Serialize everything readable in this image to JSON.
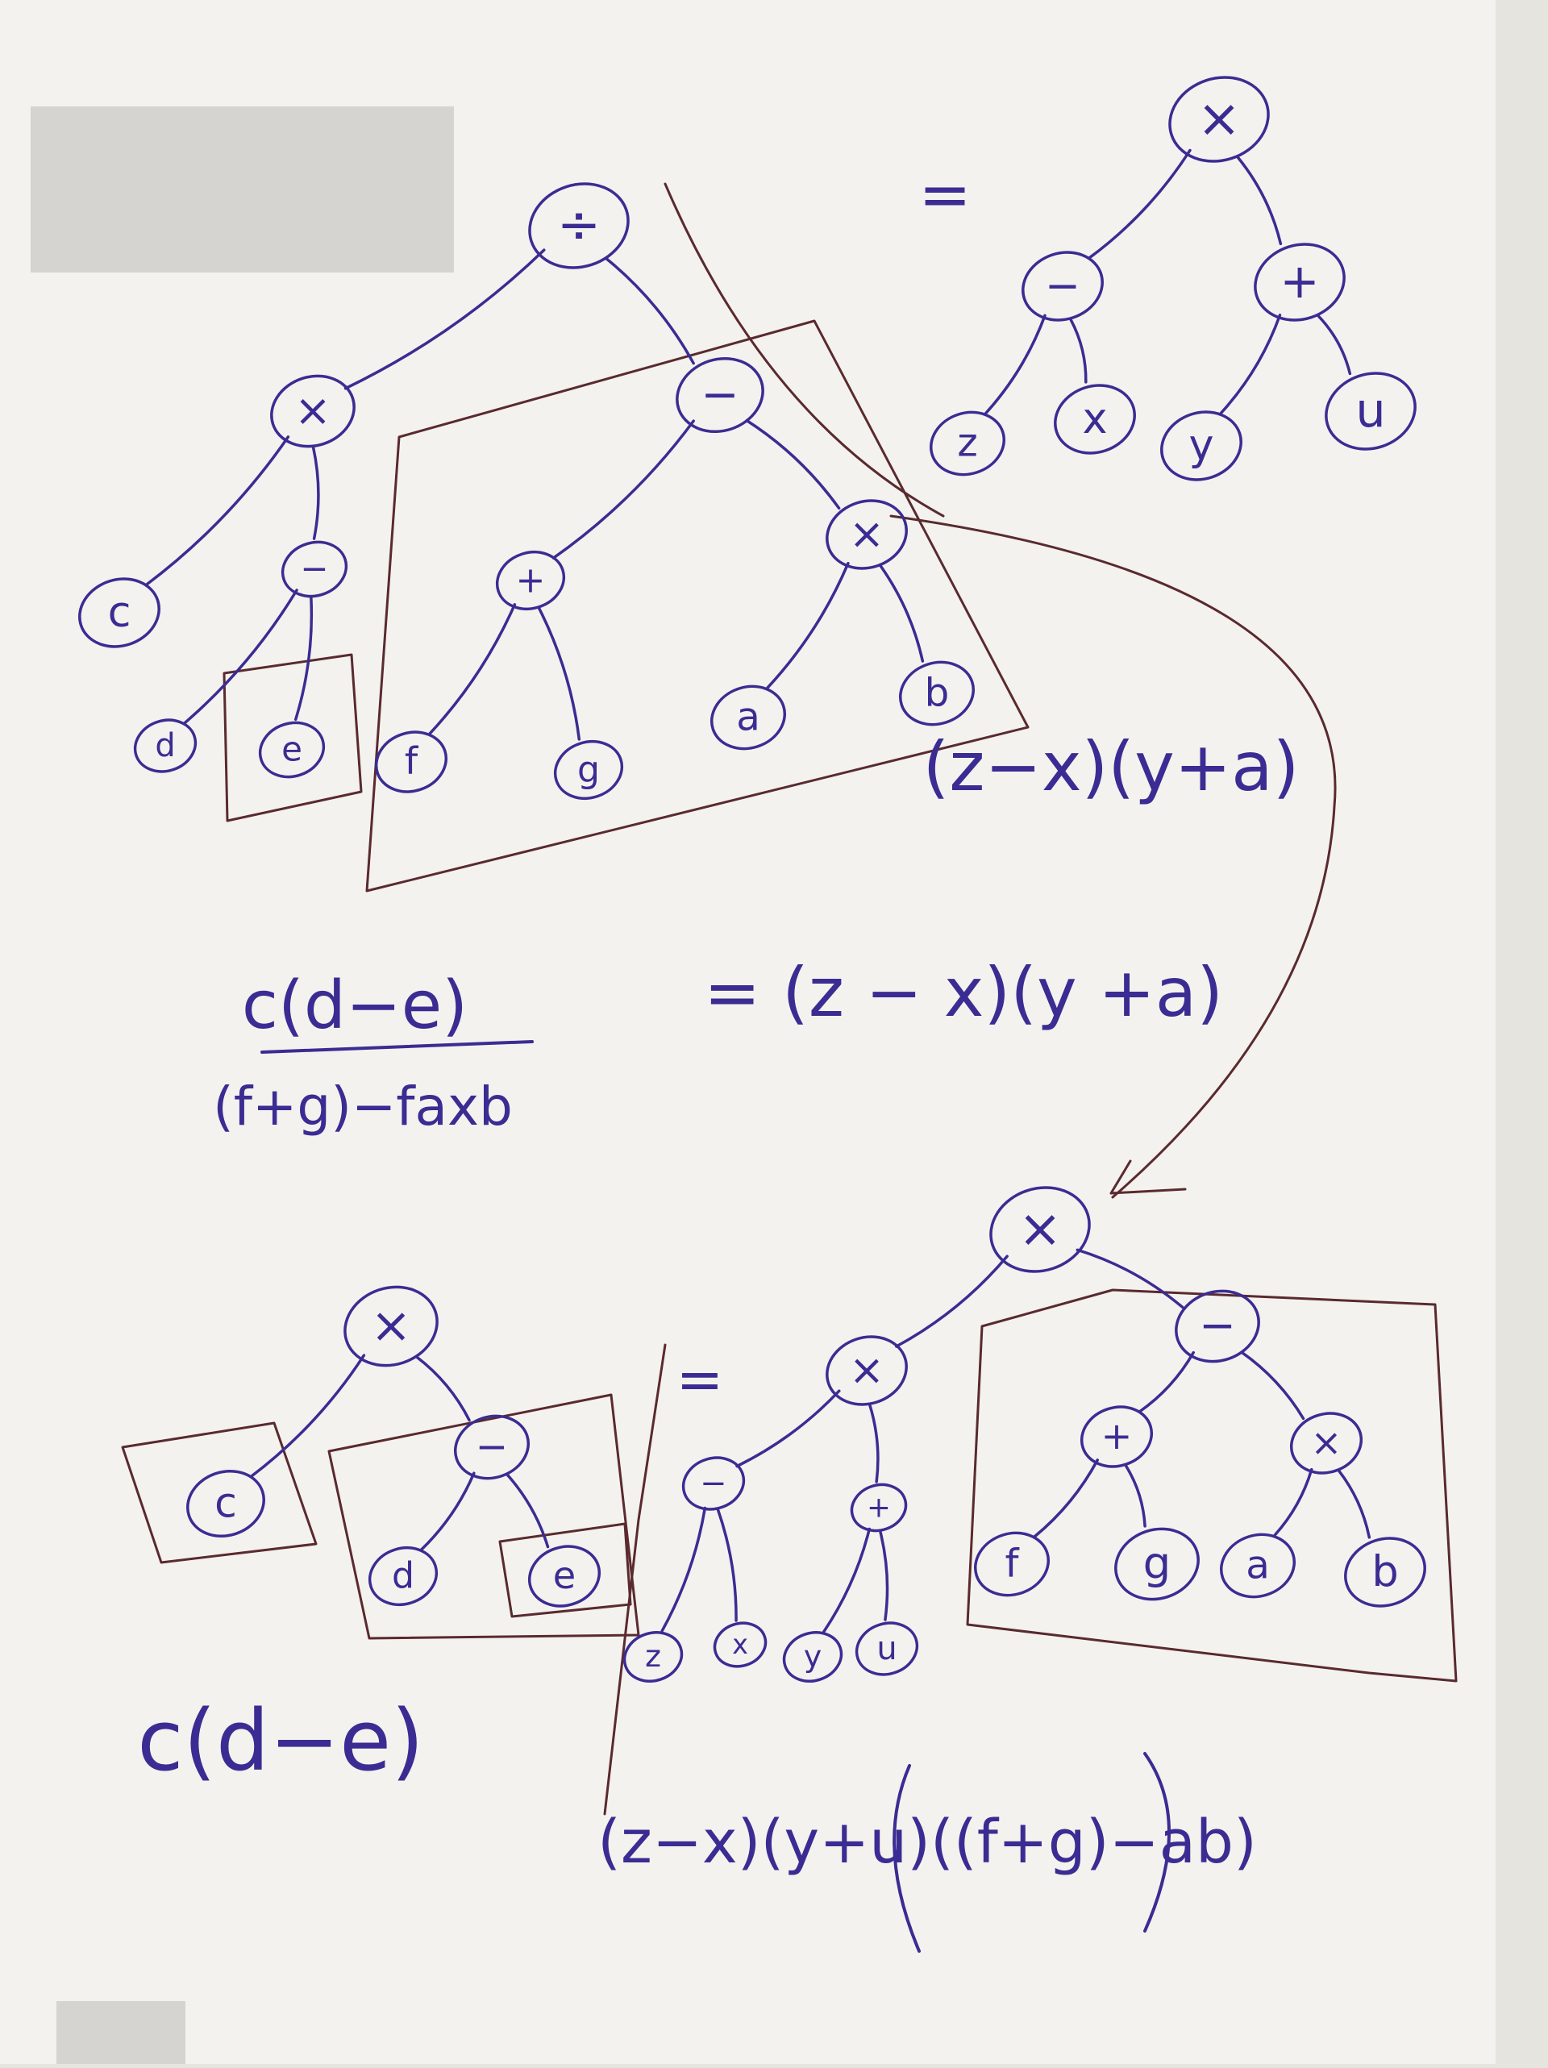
{
  "colors": {
    "ink": "#3b2c93",
    "bracket_ink": "#5a2a2e",
    "paper": "#f3f2ee",
    "redaction": "#d6d4d0",
    "background": "#e6e4df"
  },
  "equal_sign": "=",
  "top_tree": {
    "root": "÷",
    "nodes": {
      "mul_left": "×",
      "c": "c",
      "sub_de": "−",
      "d": "d",
      "e": "e",
      "sub_big": "−",
      "plus_fg": "+",
      "f": "f",
      "g": "g",
      "mul_ab": "×",
      "a": "a",
      "b": "b"
    }
  },
  "right_tree": {
    "root": "×",
    "nodes": {
      "sub_zx": "−",
      "plus_yu": "+",
      "z": "z",
      "x": "x",
      "y": "y",
      "u": "u"
    }
  },
  "bottom_tree_left": {
    "root": "×",
    "nodes": {
      "c": "c",
      "sub": "−",
      "d": "d",
      "e": "e"
    }
  },
  "bottom_tree_right": {
    "root": "×",
    "nodes": {
      "mul_inner": "×",
      "sub_big": "−",
      "sub_zx": "−",
      "plus_yu": "+",
      "z": "z",
      "x": "x",
      "y": "y",
      "u": "u",
      "plus_fg": "+",
      "mul_ab": "×",
      "f": "f",
      "g": "g",
      "a": "a",
      "b": "b"
    }
  },
  "expressions": {
    "zx_ya_top": "(z−x)(y+a)",
    "zx_ya_mid": "= (z − x)(y +a)",
    "fraction_numerator": "c(d−e)",
    "fraction_denominator": "(f+g)−faxb",
    "c_d_e_bottom": "c(d−e)",
    "final_expression": "(z−x)(y+u)((f+g)−ab)"
  }
}
